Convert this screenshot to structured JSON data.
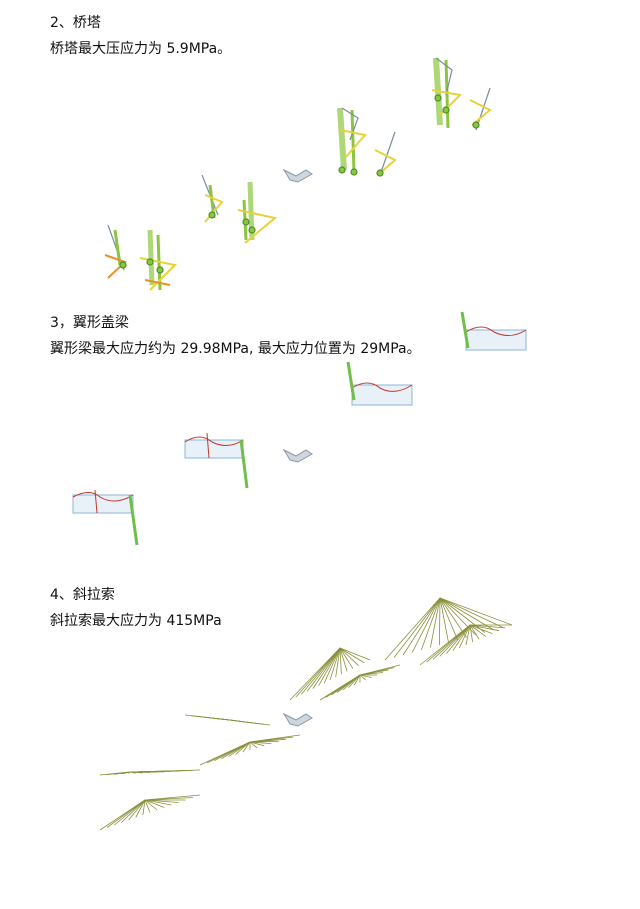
{
  "sections": [
    {
      "heading": "2、桥塔",
      "text": "桥塔最大压应力为 5.9MPa。"
    },
    {
      "heading": "3，翼形盖梁",
      "text": "翼形梁最大应力约为 29.98MPa, 最大应力位置为 29MPa。"
    },
    {
      "heading": "4、斜拉索",
      "text": "斜拉索最大应力为 415MPa"
    }
  ],
  "colors": {
    "tower_green": "#8cc63f",
    "tower_dark": "#4a8f2a",
    "tower_yellow": "#e8d23a",
    "tower_orange": "#e8912a",
    "beam_blue": "#8fb4d9",
    "beam_green": "#6fbf4a",
    "beam_red": "#c0392b",
    "cable_olive": "#8a8f3a",
    "deck_grey": "#9aa7b5"
  }
}
